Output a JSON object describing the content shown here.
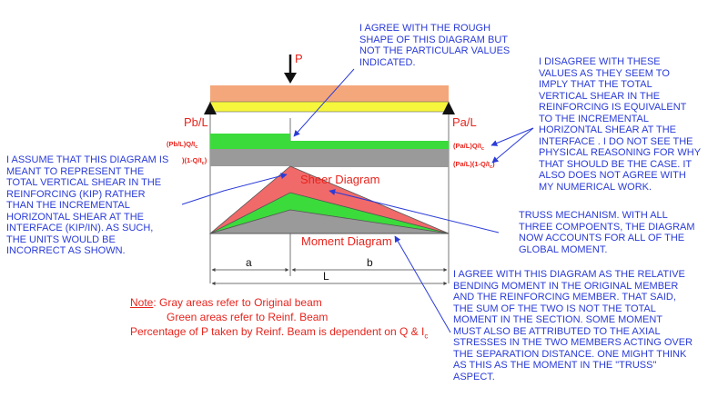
{
  "colors": {
    "annotation": "#2a3bd8",
    "label_red": "#e8241d",
    "beam_top": "#f4a77a",
    "beam_bottom": "#f6f63c",
    "green": "#3bdb3b",
    "gray": "#9a9a9a",
    "shear_red": "#f06a6a"
  },
  "diagram": {
    "load_label": "P",
    "left_reaction": "Pb/L",
    "right_reaction": "Pa/L",
    "left_green_label": "(Pb/L)Q/I",
    "left_green_sub": "c",
    "left_gray_label": ")(1-Q/I",
    "left_gray_sub": "c",
    "left_gray_tail": ")",
    "right_green_label": "(Pa/L)Q/I",
    "right_green_sub": "c",
    "right_gray_label": "(Pa/L)(1-Q/I",
    "right_gray_sub": "c",
    "right_gray_tail": ")",
    "shear_title": "Sheer Diagram",
    "moment_title": "Moment Diagram",
    "dim_a": "a",
    "dim_b": "b",
    "dim_L": "L"
  },
  "notes": {
    "note_label": "Note",
    "note_line1": ":  Gray areas refer to Original beam",
    "note_line2": "Green areas refer to Reinf. Beam",
    "note_line3": "Percentage of P taken by Reinf. Beam is dependent on Q & I",
    "note_line3_sub": "c"
  },
  "annotations": {
    "top": "I AGREE WITH THE ROUGH\nSHAPE OF THIS DIAGRAM BUT\nNOT THE PARTICULAR VALUES\nINDICATED.",
    "right_top": "I DISAGREE WITH THESE\nVALUES AS THEY SEEM TO\nIMPLY THAT THE TOTAL\nVERTICAL SHEAR IN THE\nREINFORCING IS EQUIVALENT\nTO THE INCREMENTAL\nHORIZONTAL SHEAR AT THE\nINTERFACE . I DO NOT SEE THE\nPHYSICAL REASONING FOR WHY\nTHAT SHOULD BE THE CASE. IT\nALSO DOES NOT AGREE WITH\nMY NUMERICAL WORK.",
    "left": "I ASSUME THAT THIS DIAGRAM IS\nMEANT TO REPRESENT THE\nTOTAL VERTICAL SHEAR IN THE\nREINFORCING (KIP) RATHER\nTHAN THE INCREMENTAL\nHORIZONTAL SHEAR AT THE\nINTERFACE (KIP/IN).  AS SUCH,\nTHE UNITS WOULD BE\nINCORRECT AS SHOWN.",
    "truss": "TRUSS MECHANISM.  WITH ALL\nTHREE COMPOENTS, THE DIAGRAM\nNOW ACCOUNTS FOR ALL OF THE\nGLOBAL MOMENT.",
    "moment": "I AGREE WITH THIS DIAGRAM AS THE RELATIVE\nBENDING MOMENT IN THE ORIGINAL MEMBER\nAND THE REINFORCING MEMBER.  THAT SAID,\nTHE SUM OF THE TWO IS NOT THE TOTAL\nMOMENT IN THE SECTION.  SOME MOMENT\nMUST ALSO BE ATTRIBUTED TO THE AXIAL\nSTRESSES IN THE TWO MEMBERS ACTING OVER\nTHE SEPARATION DISTANCE.  ONE MIGHT THINK\nAS THIS AS THE MOMENT IN THE \"TRUSS\"\nASPECT."
  }
}
